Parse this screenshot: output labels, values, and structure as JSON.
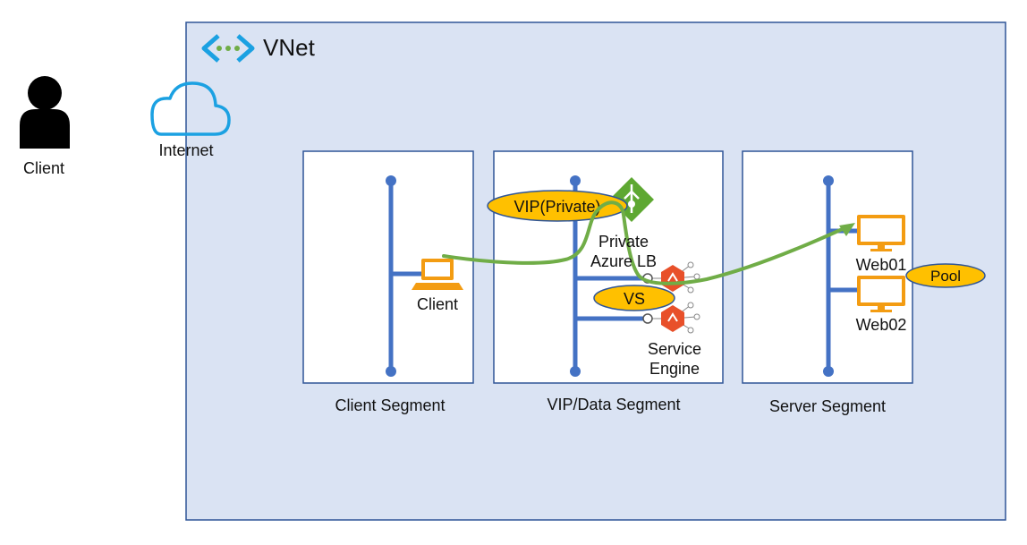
{
  "labels": {
    "user_client": "Client",
    "internet": "Internet",
    "vnet": "VNet",
    "client_host": "Client",
    "vip_private": "VIP(Private)",
    "private_azure_lb_line1": "Private",
    "private_azure_lb_line2": "Azure LB",
    "vs": "VS",
    "service_engine_line1": "Service",
    "service_engine_line2": "Engine",
    "web01": "Web01",
    "web02": "Web02",
    "pool": "Pool",
    "client_segment": "Client Segment",
    "vip_data_segment": "VIP/Data Segment",
    "server_segment": "Server Segment"
  },
  "colors": {
    "vnet_fill": "#dae3f3",
    "vnet_border": "#2f5597",
    "segment_border": "#2f5597",
    "bus": "#4472c4",
    "flow": "#70ad47",
    "oval_fill": "#ffc000",
    "oval_border": "#2f5597",
    "device_orange": "#f39c12",
    "engine_orange": "#e8502a",
    "azure_lb_green": "#5ea832",
    "cloud_blue": "#1ba1e2"
  },
  "icons": [
    "person-icon",
    "cloud-icon",
    "vnet-icon",
    "laptop-icon",
    "azure-lb-icon",
    "service-engine-icon",
    "monitor-icon"
  ]
}
